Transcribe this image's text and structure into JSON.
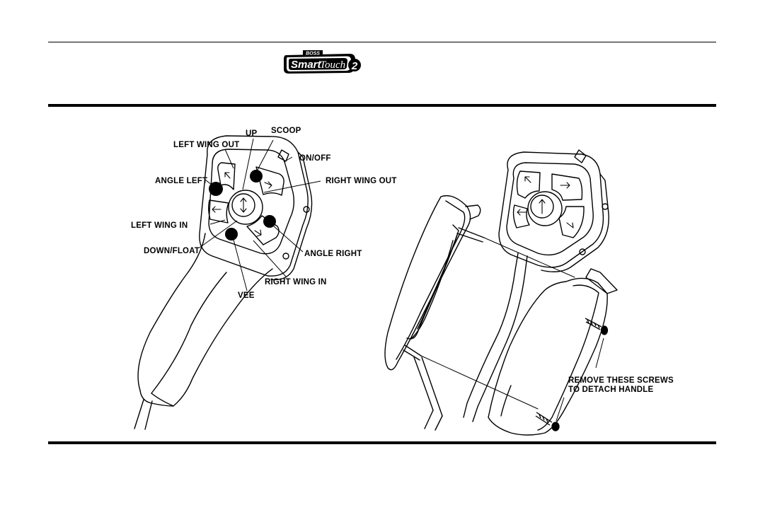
{
  "header": {
    "logo_small": "BOSS",
    "logo_word_1": "Smart",
    "logo_word_2": "Touch",
    "logo_number": "2"
  },
  "control_labels": {
    "up": "UP",
    "scoop": "SCOOP",
    "left_wing_out": "LEFT WING OUT",
    "on_off": "ON/OFF",
    "angle_left": "ANGLE LEFT",
    "right_wing_out": "RIGHT WING OUT",
    "left_wing_in": "LEFT WING IN",
    "down_float": "DOWN/FLOAT",
    "angle_right": "ANGLE RIGHT",
    "right_wing_in": "RIGHT WING IN",
    "vee": "VEE"
  },
  "handle_note": {
    "line1": "REMOVE THESE SCREWS",
    "line2": "TO DETACH HANDLE"
  }
}
